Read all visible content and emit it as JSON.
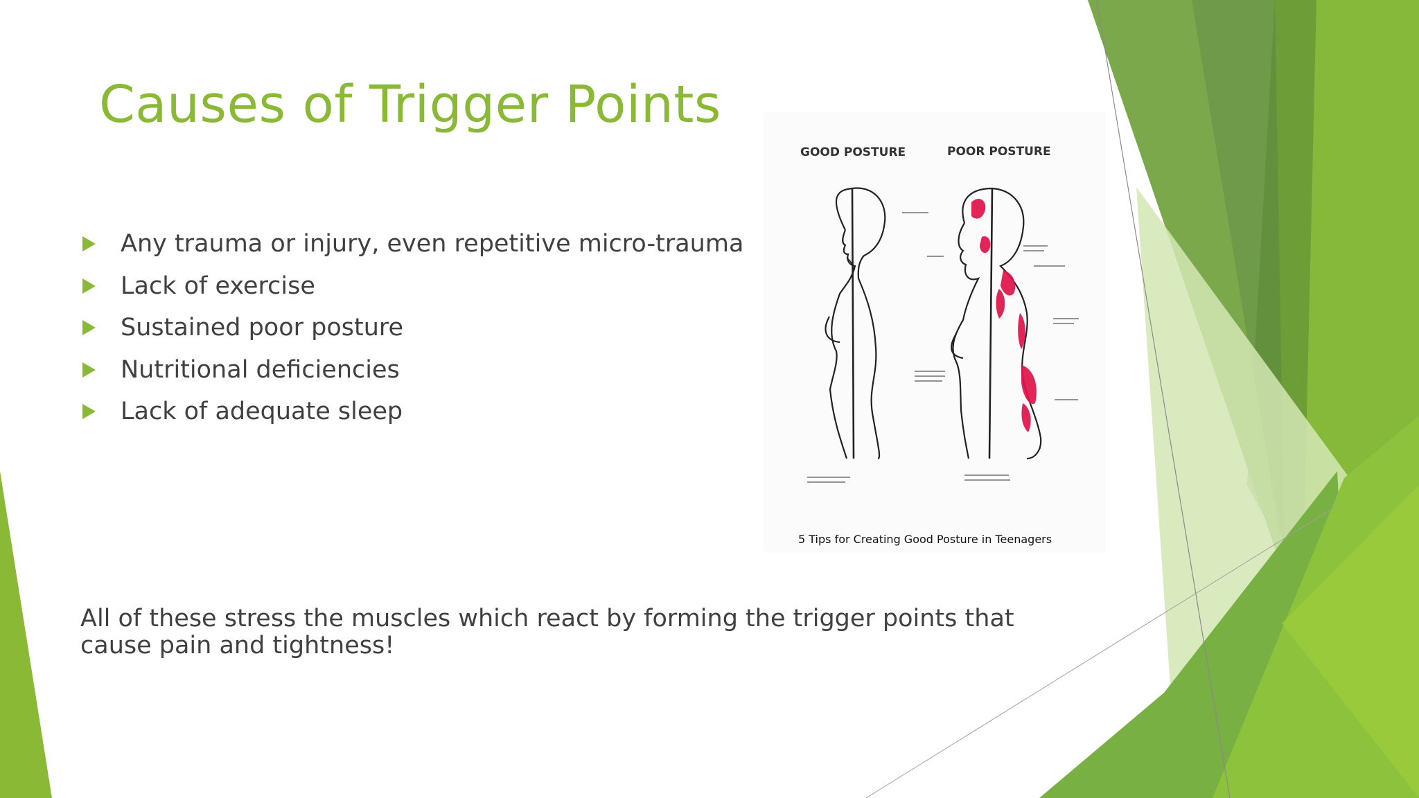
{
  "slide": {
    "title": "Causes of Trigger Points",
    "bullets": [
      "Any trauma or injury, even repetitive micro-trauma",
      "Lack of exercise",
      "Sustained poor posture",
      "Nutritional deficiencies",
      "Lack of adequate sleep"
    ],
    "summary": "All of these stress the muscles which react by forming the trigger points that cause pain and tightness!"
  },
  "figure": {
    "good_label": "GOOD POSTURE",
    "poor_label": "POOR POSTURE",
    "caption": "5 Tips for Creating Good Posture in Teenagers"
  },
  "colors": {
    "accent": "#8ab935",
    "body_text": "#404040",
    "pain_highlight": "#e0134a"
  },
  "icons": {
    "bullet": "triangle-right-icon"
  }
}
